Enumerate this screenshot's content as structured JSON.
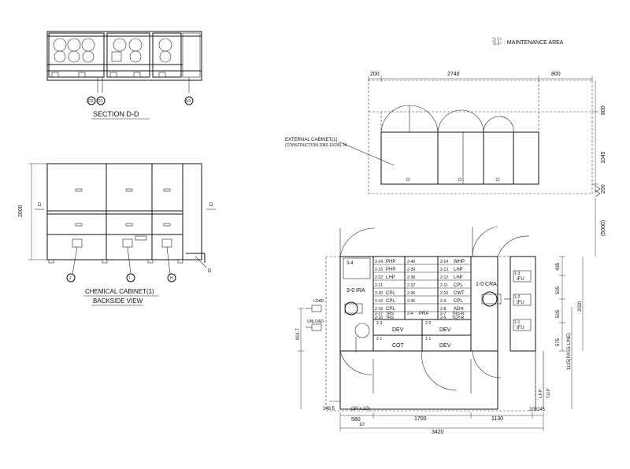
{
  "legend": {
    "bracket": "[ ]",
    "label": ": MAINTENANCE AREA"
  },
  "section_dd": {
    "title": "SECTION D-D",
    "bubbles": [
      "D2",
      "D1",
      "N1"
    ]
  },
  "backside_view": {
    "title_line1": "CHEMICAL CABINET(1)",
    "title_line2": "BACKSIDE VIEW",
    "dim_height": "2000",
    "section_marks": [
      "D",
      "D"
    ],
    "bubbles": [
      "J",
      "I",
      "H"
    ],
    "tag": "D"
  },
  "external_cabinet": {
    "label_line1": "EXTERNAL CABINET(1)",
    "label_line2": "(CONSTRUCTION 2082-11636)-74",
    "dim_top": [
      "200",
      "2740",
      "800"
    ],
    "dim_right": [
      "800",
      "1045",
      "200"
    ],
    "dim_gap": "(5000)"
  },
  "layout": {
    "cells_left": [
      {
        "code": "2-24",
        "name": "PHP"
      },
      {
        "code": "2-23",
        "name": "PHP"
      },
      {
        "code": "2-22",
        "name": "LHP"
      },
      {
        "code": "2-21",
        "name": ""
      },
      {
        "code": "2-20",
        "name": "CPL"
      },
      {
        "code": "2-19",
        "name": "CPL"
      },
      {
        "code": "2-18",
        "name": "CPL"
      },
      {
        "code": "2-17",
        "name": "TRS"
      },
      {
        "code": "2-16",
        "name": "TRS"
      }
    ],
    "cells_mid": [
      {
        "code": "2-40",
        "name": ""
      },
      {
        "code": "2-39",
        "name": ""
      },
      {
        "code": "2-38",
        "name": ""
      },
      {
        "code": "2-37",
        "name": ""
      },
      {
        "code": "2-36",
        "name": ""
      },
      {
        "code": "2-35",
        "name": ""
      },
      {
        "code": "2-4",
        "name": "PRA"
      }
    ],
    "cells_right": [
      {
        "code": "2-14",
        "name": "WHP"
      },
      {
        "code": "2-13",
        "name": "LHP"
      },
      {
        "code": "2-12",
        "name": "LHP"
      },
      {
        "code": "2-11",
        "name": "CPL"
      },
      {
        "code": "2-10",
        "name": "CWT"
      },
      {
        "code": "2-9",
        "name": "CPL"
      },
      {
        "code": "2-8",
        "name": "ADH"
      },
      {
        "code": "2-7",
        "name": "TRS-R"
      },
      {
        "code": "2-6",
        "name": "TCP-R"
      }
    ],
    "dev_cells": [
      {
        "code": "2-3",
        "name": "DEV"
      },
      {
        "code": "2-2",
        "name": "DEV"
      },
      {
        "code": "2-1",
        "name": "COT"
      },
      {
        "code": "1-1",
        "name": "DEV"
      }
    ],
    "unit_top_left": "3-4",
    "ira_label": "3-0 IRA",
    "cra_label": "1-0 CRA",
    "load_label": "LOAD",
    "unload_label": "UNLOAD",
    "ifu_labels": [
      "IFU",
      "IFU",
      "IFU"
    ],
    "ifu_codes": [
      "1-3",
      "1-2",
      "1-1"
    ],
    "dim_right": [
      "435",
      "505",
      "505",
      "2020",
      "575",
      "1115(PASS LINE)"
    ],
    "dim_left": [
      "901.7",
      "248.5"
    ],
    "dim_bottom_row1": [
      "(30 x 10)"
    ],
    "dim_bottom_row2": [
      "580",
      "1700",
      "1130",
      "200",
      "245"
    ],
    "dim_bottom_total": "3420",
    "dim_bottom_small": "10",
    "vertical_tags": [
      "L.F.P.",
      "T.O.P."
    ]
  }
}
